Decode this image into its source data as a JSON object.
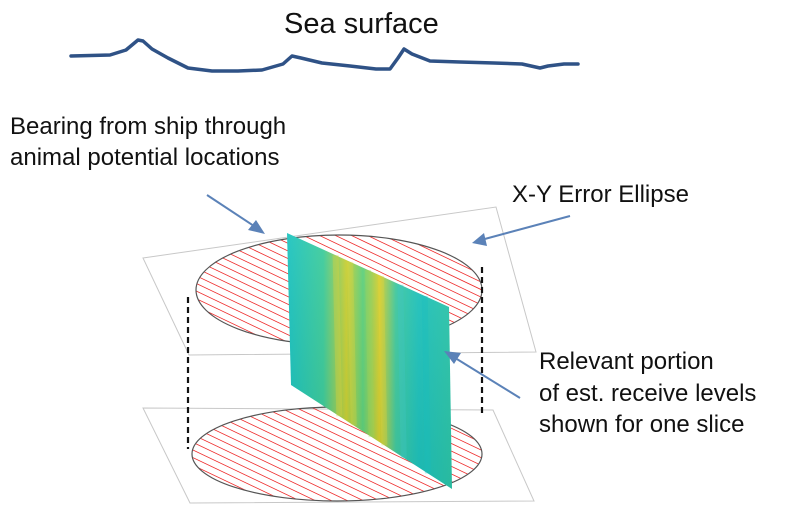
{
  "labels": {
    "sea_surface": "Sea surface",
    "bearing_line1": "Bearing from ship through",
    "bearing_line2": "animal potential locations",
    "error_ellipse": "X-Y Error Ellipse",
    "relevant_line1": "Relevant portion",
    "relevant_line2": "of est. receive levels",
    "relevant_line3": "shown for one slice"
  },
  "colors": {
    "sea_line": "#2f5286",
    "arrow": "#5b82b8",
    "hatch": "#ee2b2b",
    "ellipse_outline": "#555555",
    "plane_outline": "#c8c8c8",
    "dashed_edge": "#111111",
    "slice_low": "#14c6c0",
    "slice_mid": "#4fcf73",
    "slice_high": "#d2cf2a"
  }
}
